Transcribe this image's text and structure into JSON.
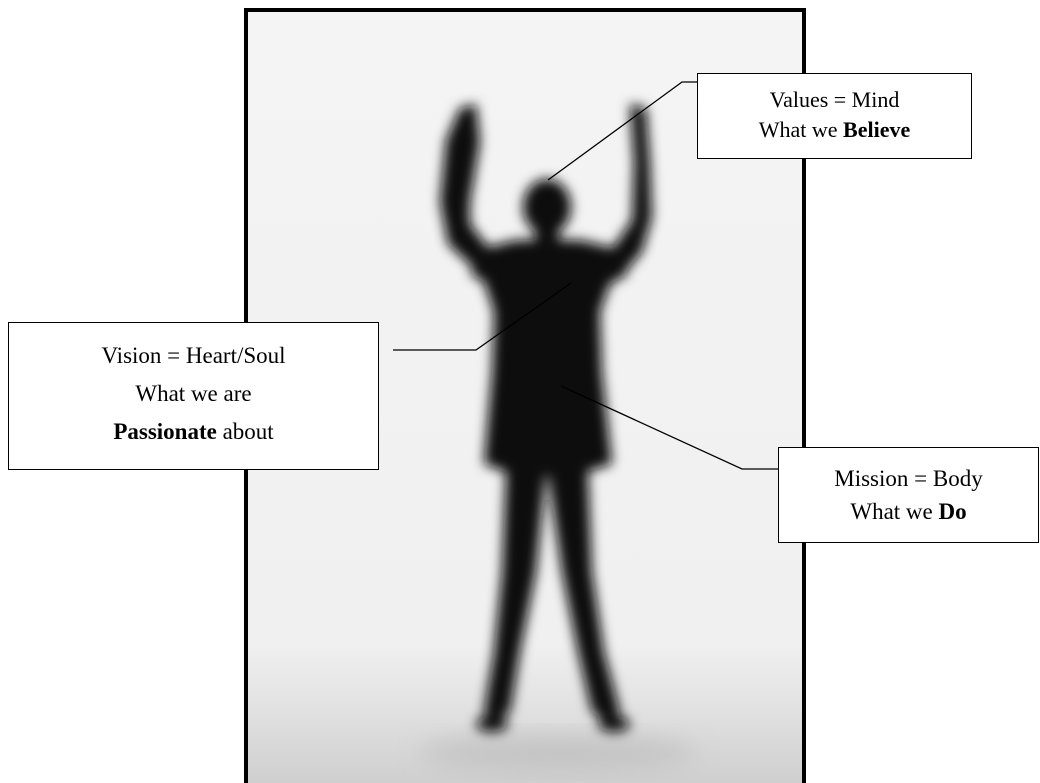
{
  "labels": {
    "values": {
      "line1": "Values = Mind",
      "line2_prefix": "What we ",
      "line2_emphasis": "Believe"
    },
    "vision": {
      "line1": "Vision = Heart/Soul",
      "line2": "What we are",
      "line3_emphasis": "Passionate",
      "line3_suffix": " about"
    },
    "mission": {
      "line1": "Mission = Body",
      "line2_prefix": "What we ",
      "line2_emphasis": "Do"
    }
  },
  "colors": {
    "frame": "#000000",
    "silhouette": "#0a0a0a",
    "background": "#f2f2f2",
    "box_border": "#000000",
    "box_fill": "#ffffff"
  }
}
